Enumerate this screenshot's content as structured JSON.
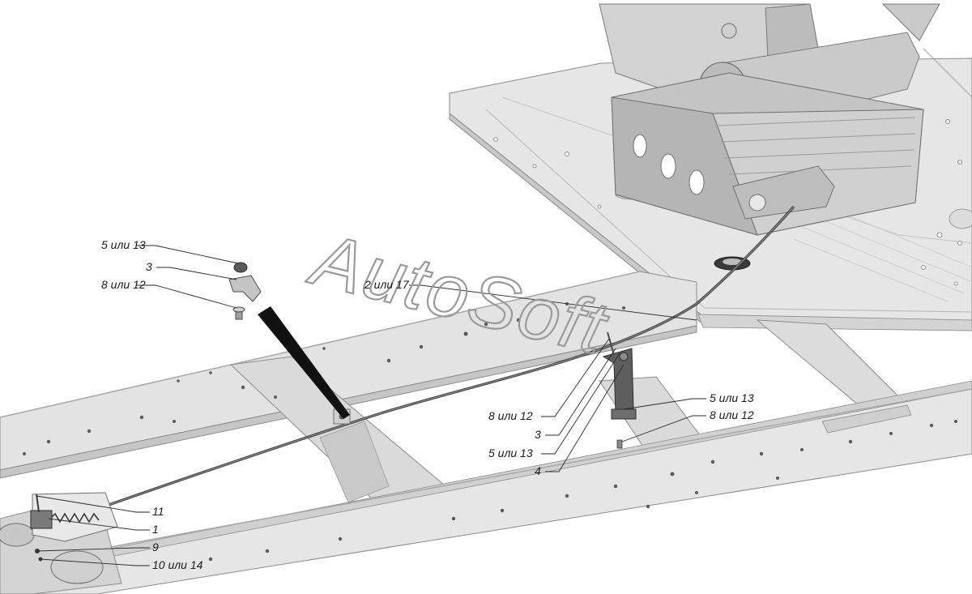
{
  "watermark": "AutoSoft",
  "callouts": {
    "c1": "5 или 13",
    "c2": "3",
    "c3": "8 или 12",
    "c4": "2 или 17",
    "c5": "8 или 12",
    "c6": "3",
    "c7": "5 или 13",
    "c8": "4",
    "c9": "5 или 13",
    "c10": "8 или 12",
    "c11": "11",
    "c12": "1",
    "c13": "9",
    "c14": "10 или 14"
  }
}
